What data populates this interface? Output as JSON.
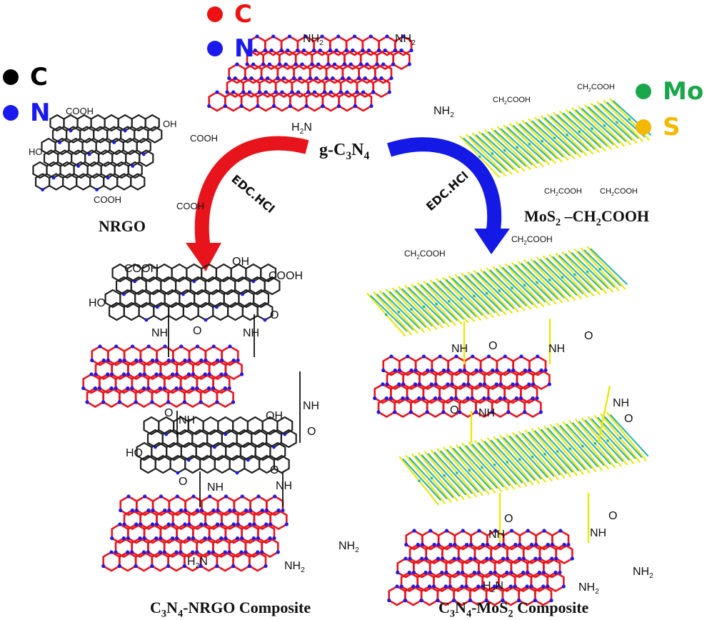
{
  "legends": {
    "nrgo": [
      {
        "symbol": "C",
        "color": "#000000"
      },
      {
        "symbol": "N",
        "color": "#1a1aee"
      }
    ],
    "c3n4": [
      {
        "symbol": "C",
        "color": "#ee1111"
      },
      {
        "symbol": "N",
        "color": "#1a1aee"
      }
    ],
    "mos2": [
      {
        "symbol": "Mo",
        "color": "#1aa64a"
      },
      {
        "symbol": "S",
        "color": "#f5b800"
      }
    ]
  },
  "labels": {
    "nrgo": "NRGO",
    "gc3n4_prefix": "g-C",
    "gc3n4_sub1": "3",
    "gc3n4_mid": "N",
    "gc3n4_sub2": "4",
    "mos2_a": "MoS",
    "mos2_sub": "2",
    "mos2_b": " –CH",
    "mos2_sub2": "2",
    "mos2_c": "COOH",
    "composite_left_a": "C",
    "composite_left_sub1": "3",
    "composite_left_b": "N",
    "composite_left_sub2": "4",
    "composite_left_c": "-NRGO Composite",
    "composite_right_a": "C",
    "composite_right_sub1": "3",
    "composite_right_b": "N",
    "composite_right_sub2": "4",
    "composite_right_c": "-MoS",
    "composite_right_sub3": "2",
    "composite_right_d": " Composite"
  },
  "reagent": "EDC.HCl",
  "groups": {
    "cooh": "COOH",
    "oh": "OH",
    "ho": "HO",
    "nh2": "NH",
    "nh2_sub": "2",
    "h2n_a": "H",
    "h2n_sub": "2",
    "h2n_b": "N",
    "nh": "NH",
    "o": "O",
    "ch2cooh_a": "CH",
    "ch2cooh_sub": "2",
    "ch2cooh_b": "COOH"
  },
  "colors": {
    "arrow_left": "#e8141c",
    "arrow_right": "#1419e6",
    "c3n4_bond": "#e8141c",
    "c3n4_atom": "#1a1aee",
    "graphene_bond": "#222222",
    "mo": "#22b3a6",
    "s": "#e8e80e"
  }
}
